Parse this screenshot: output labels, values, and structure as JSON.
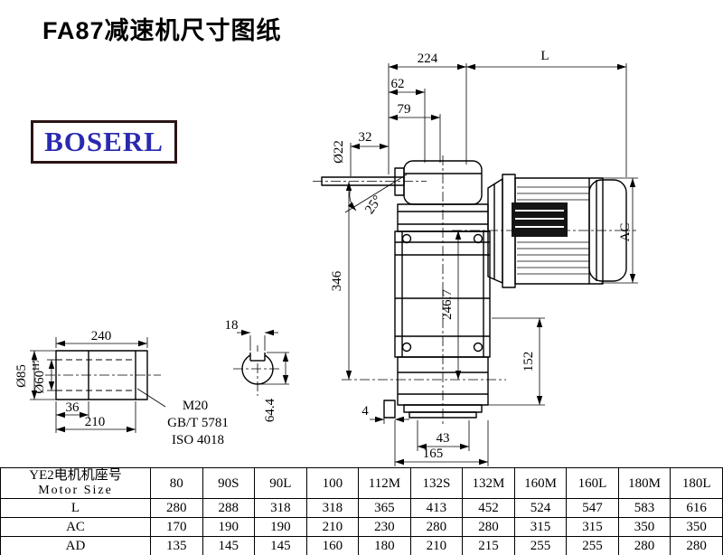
{
  "title": "FA87减速机尺寸图纸",
  "logo": {
    "text": "BOSERL",
    "text_color": "#2a2ab0",
    "border_color": "#2a1414"
  },
  "dims": {
    "d224": "224",
    "L": "L",
    "d62": "62",
    "d79": "79",
    "d32": "32",
    "dia22": "Ø22",
    "a25": "25°",
    "d346": "346",
    "d2467": "246.7",
    "AC": "AC",
    "d152": "152",
    "d43": "43",
    "d165": "165",
    "d4": "4",
    "d240": "240",
    "dia85": "Ø85",
    "dia60": "Ø60",
    "dia60_sup": "H7",
    "d36": "36",
    "d210": "210",
    "m20": "M20",
    "gbt": "GB/T 5781",
    "iso": "ISO 4018",
    "d18": "18",
    "d644": "64.4"
  },
  "table": {
    "header_cn": "YE2电机机座号",
    "header_en": "Motor Size",
    "sizes": [
      "80",
      "90S",
      "90L",
      "100",
      "112M",
      "132S",
      "132M",
      "160M",
      "160L",
      "180M",
      "180L"
    ],
    "rows": [
      {
        "label": "L",
        "values": [
          "280",
          "288",
          "318",
          "318",
          "365",
          "413",
          "452",
          "524",
          "547",
          "583",
          "616"
        ]
      },
      {
        "label": "AC",
        "values": [
          "170",
          "190",
          "190",
          "210",
          "230",
          "280",
          "280",
          "315",
          "315",
          "350",
          "350"
        ]
      },
      {
        "label": "AD",
        "values": [
          "135",
          "145",
          "145",
          "160",
          "180",
          "210",
          "215",
          "255",
          "255",
          "280",
          "280"
        ]
      }
    ]
  }
}
